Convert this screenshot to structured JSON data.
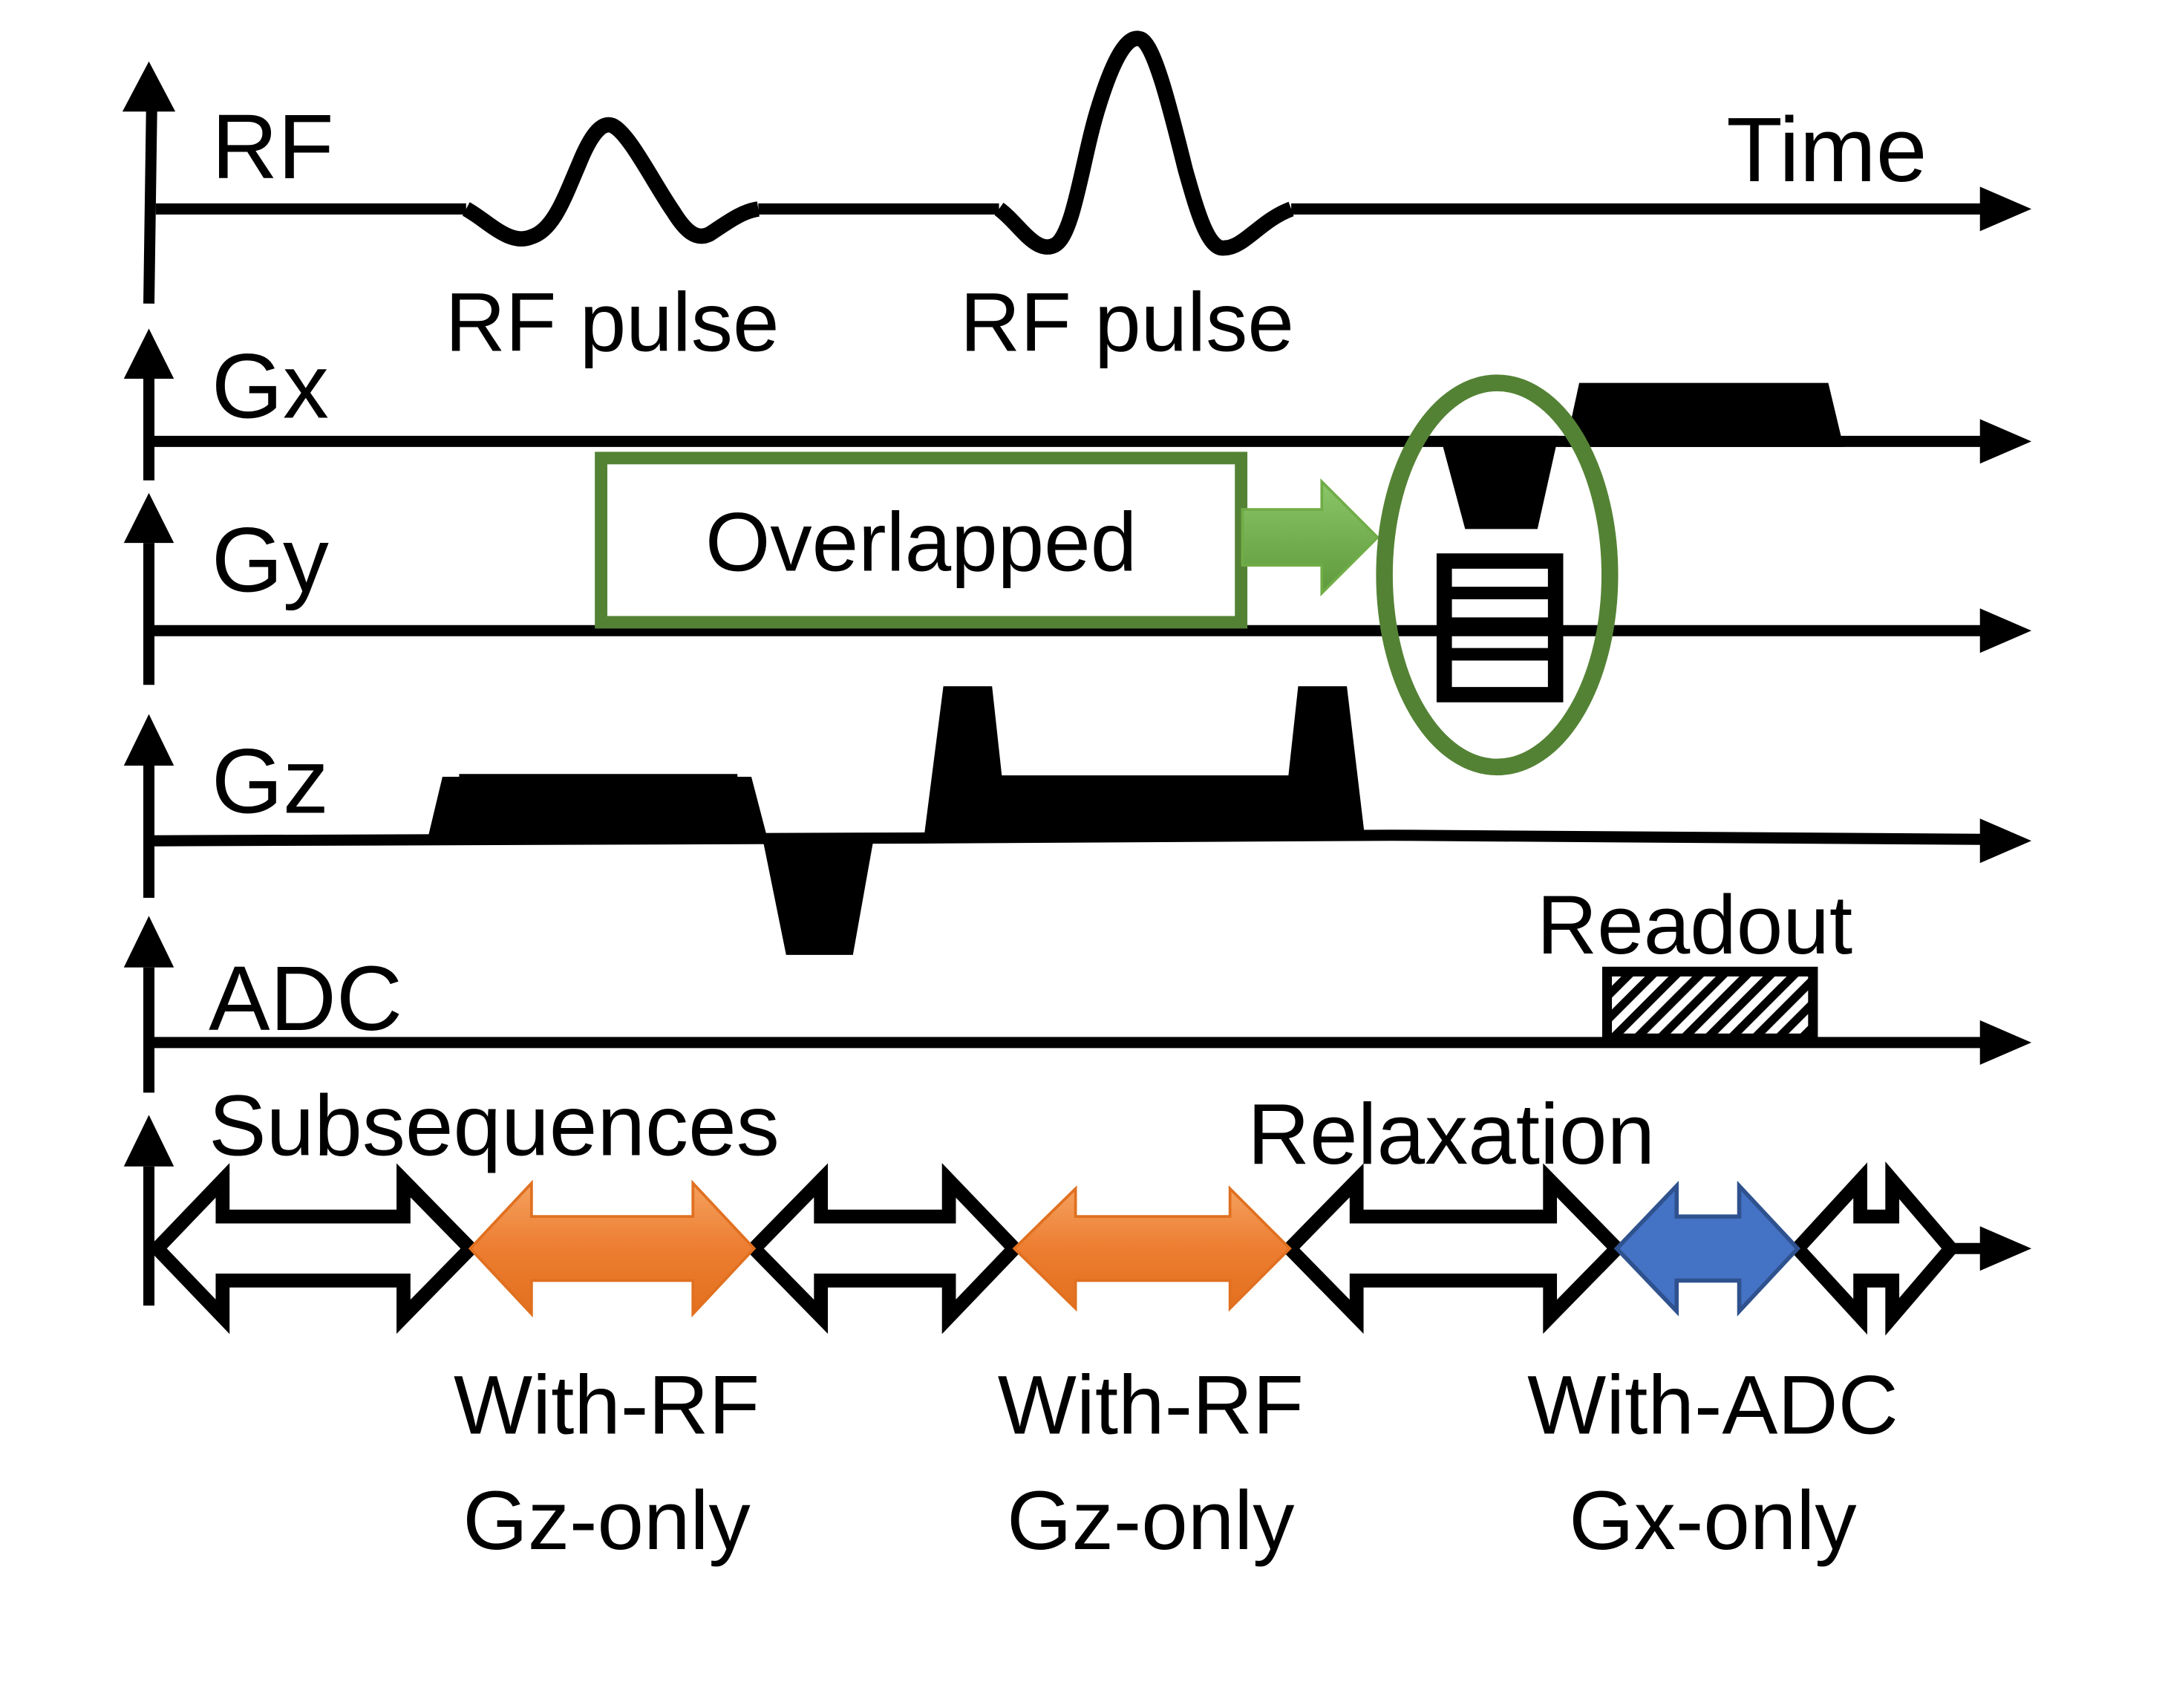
{
  "channels": {
    "rf": "RF",
    "gx": "Gx",
    "gy": "Gy",
    "gz": "Gz",
    "adc": "ADC",
    "subsequences": "Subsequences"
  },
  "time_label": "Time",
  "rf_pulse_labels": [
    "RF pulse",
    "RF pulse"
  ],
  "overlapped_label": "Overlapped",
  "readout_label": "Readout",
  "relaxation_label": "Relaxation",
  "segments": [
    {
      "line1": "With-RF",
      "line2": "Gz-only",
      "color": "#ED7D31"
    },
    {
      "line1": "With-RF",
      "line2": "Gz-only",
      "color": "#ED7D31"
    },
    {
      "line1": "With-ADC",
      "line2": "Gx-only",
      "color": "#4472C4"
    }
  ],
  "colors": {
    "highlight_green": "#548235",
    "arrow_green": "#70AD47",
    "stroke": "#000000"
  }
}
